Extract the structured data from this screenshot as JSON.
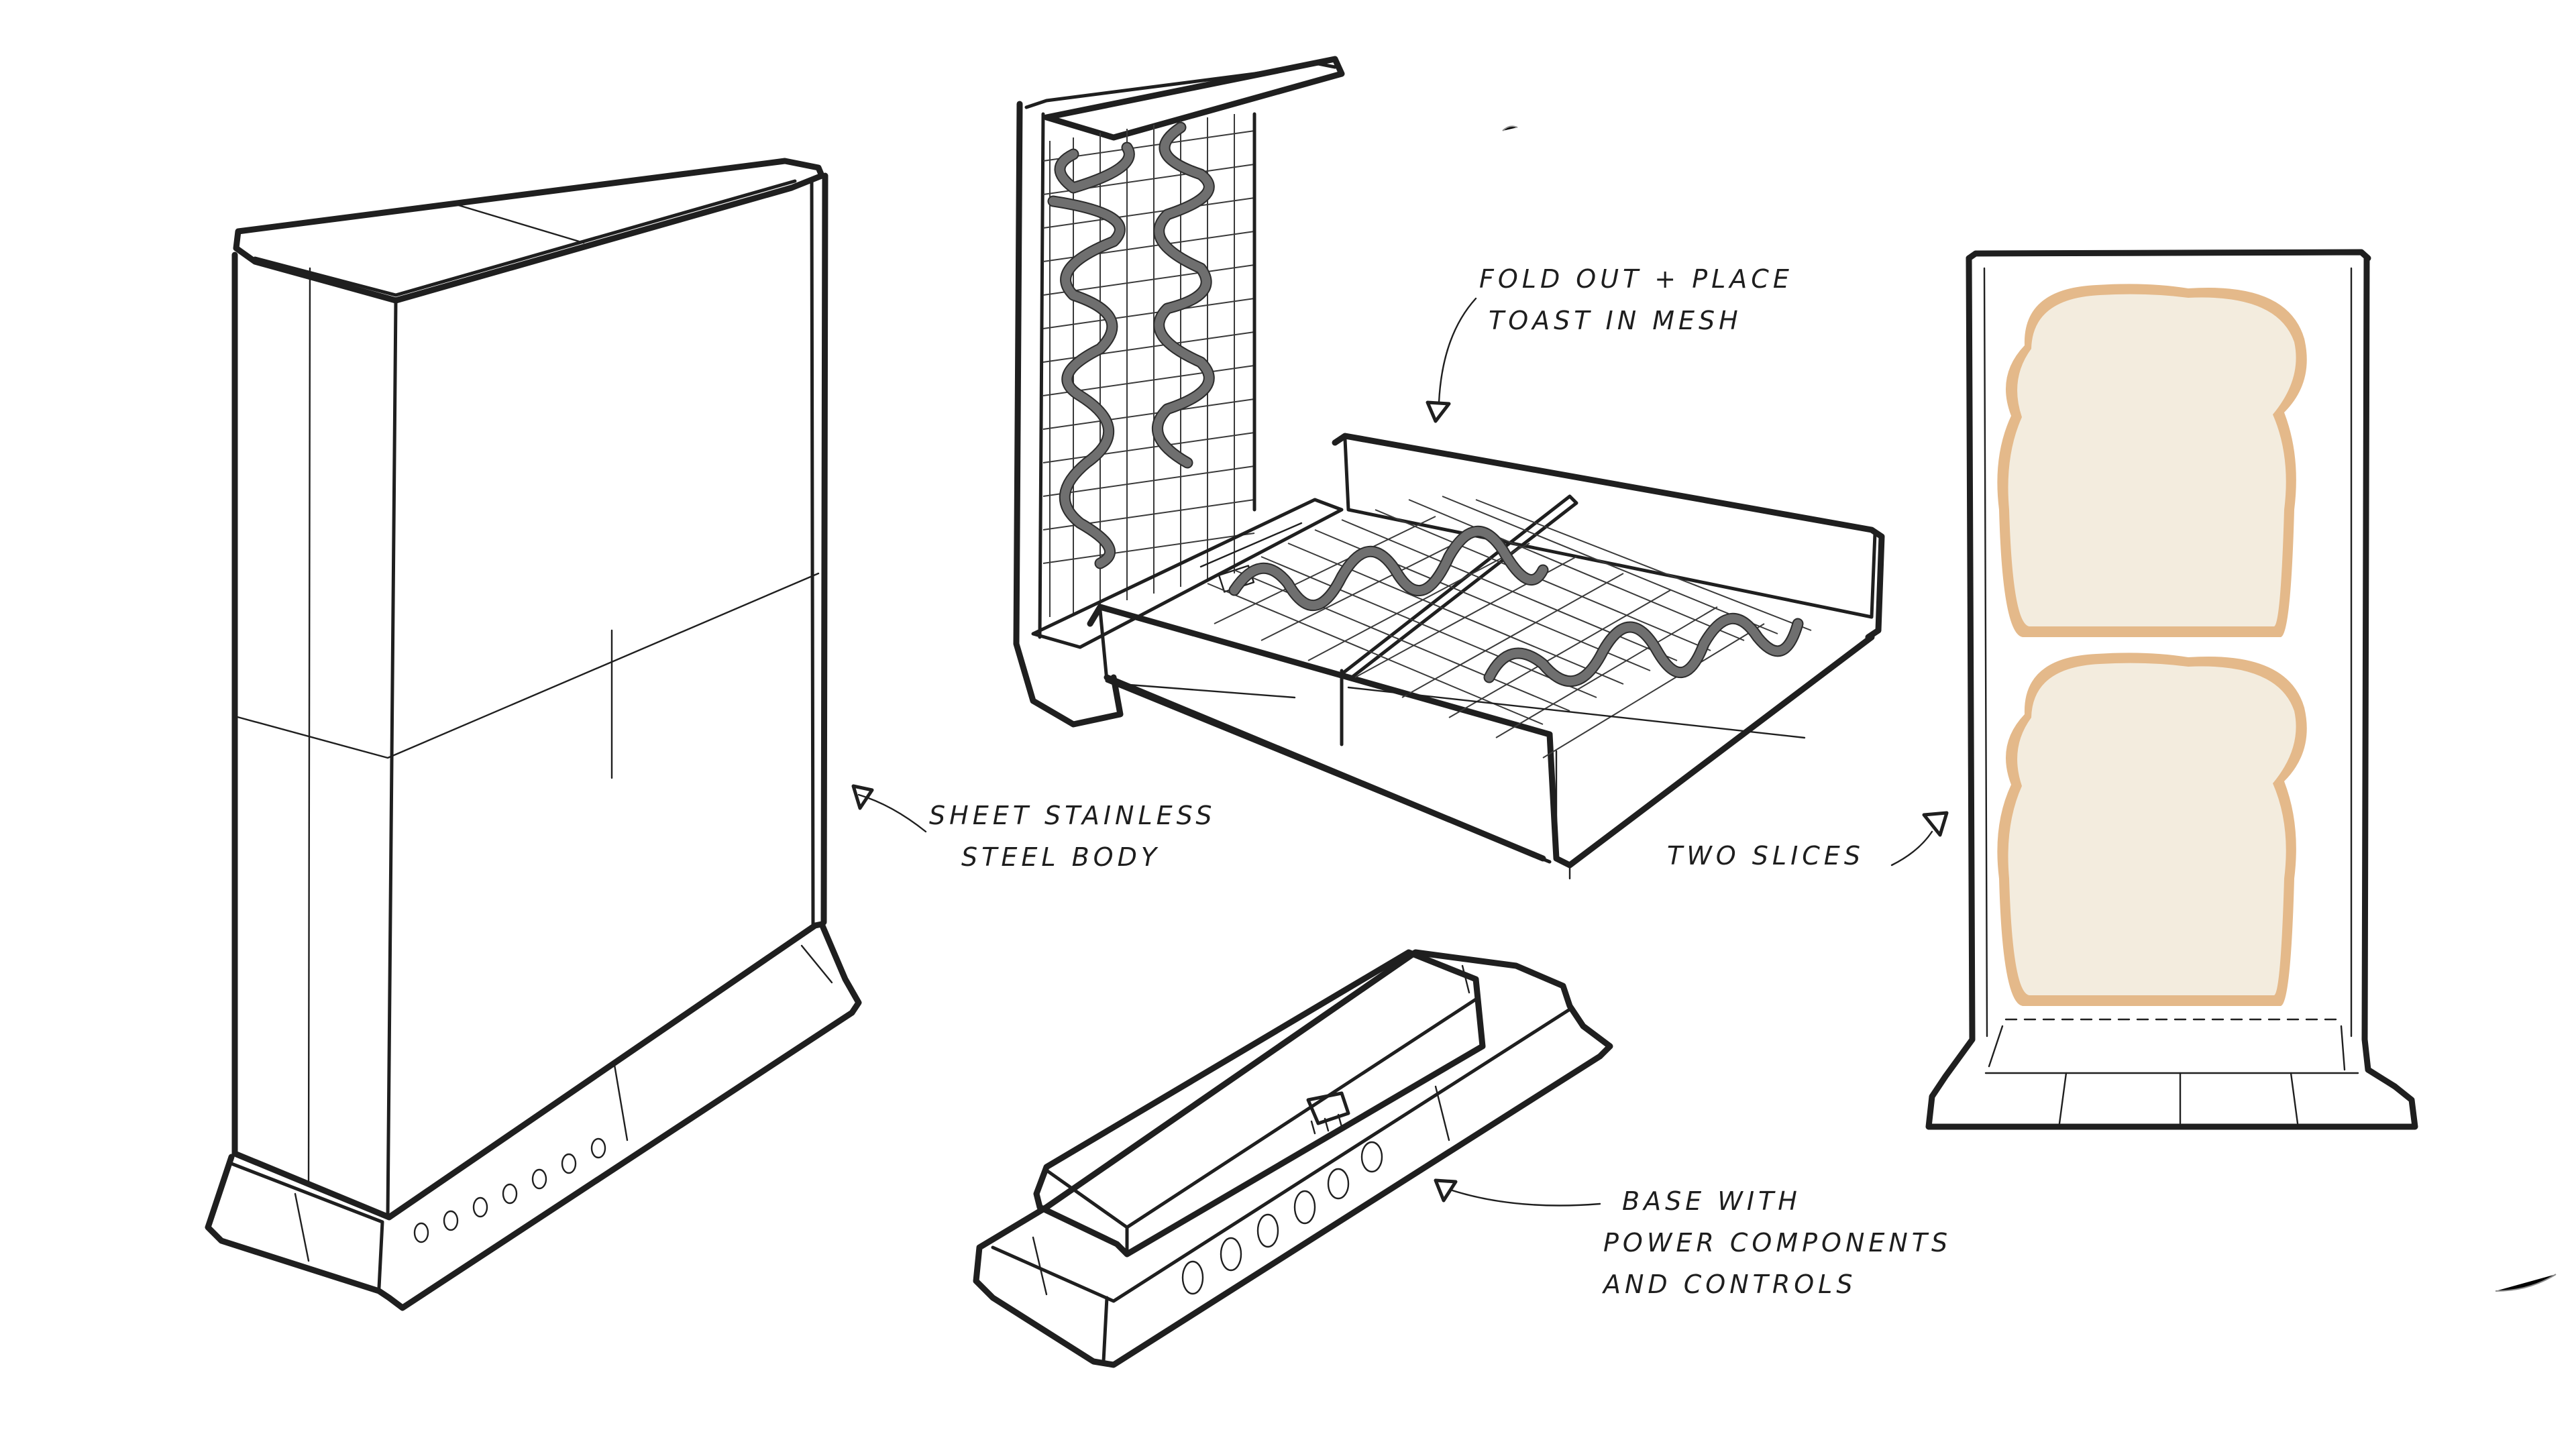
{
  "annotations": {
    "fold_out": [
      "FOLD OUT + PLACE",
      "TOAST IN MESH"
    ],
    "body": [
      "SHEET STAINLESS",
      "STEEL BODY"
    ],
    "two_slices": [
      "TWO SLICES"
    ],
    "base": [
      "BASE WITH",
      "POWER COMPONENTS",
      "AND CONTROLS"
    ]
  },
  "colors": {
    "ink": "#1f1f1f",
    "bread_crumb": "#f3ecde",
    "bread_crust": "#e4b98a",
    "paper": "#ffffff"
  },
  "control_buttons": {
    "closed_view": 7,
    "base_view": 6
  }
}
